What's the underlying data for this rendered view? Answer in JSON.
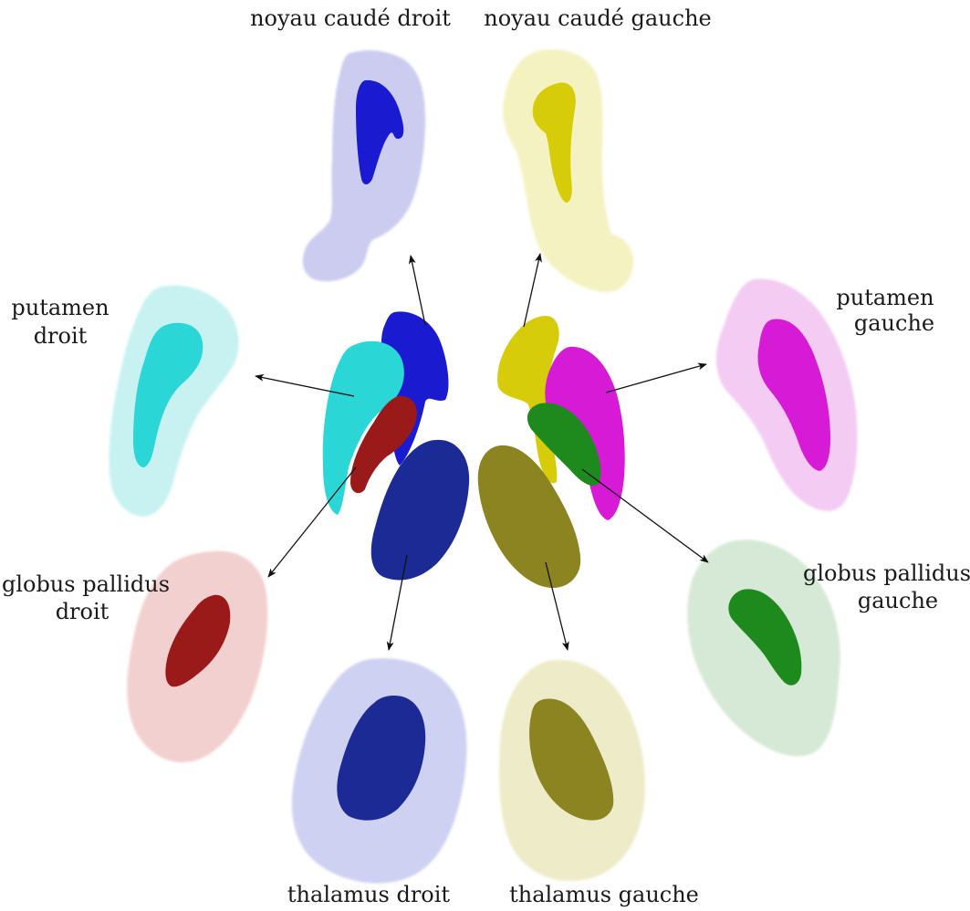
{
  "labels": {
    "caudate_right": "noyau caudé droit",
    "caudate_left": "noyau caudé gauche",
    "putamen_right_1": "putamen",
    "putamen_right_2": "droit",
    "putamen_left_1": "putamen",
    "putamen_left_2": "gauche",
    "pallidus_right_1": "globus pallidus",
    "pallidus_right_2": "droit",
    "pallidus_left_1": "globus pallidus",
    "pallidus_left_2": "gauche",
    "thalamus_right": "thalamus droit",
    "thalamus_left": "thalamus gauche"
  },
  "structure_colors": {
    "caudate_right": "#1a1ad0",
    "caudate_left": "#d6cc0a",
    "putamen_right": "#2ad6d6",
    "putamen_left": "#d61ad6",
    "pallidus_right": "#9a1a1a",
    "pallidus_left": "#1e8a1e",
    "thalamus_right": "#1c2a96",
    "thalamus_left": "#8c8420"
  },
  "halo_colors": {
    "caudate_right": "#c2c4ee",
    "caudate_left": "#f4f0b8",
    "putamen_right": "#bff0f0",
    "putamen_left": "#f2c2f2",
    "pallidus_right": "#f2c8c8",
    "pallidus_left": "#cfe6cf",
    "thalamus_right": "#c6caf0",
    "thalamus_left": "#ece8c0"
  }
}
